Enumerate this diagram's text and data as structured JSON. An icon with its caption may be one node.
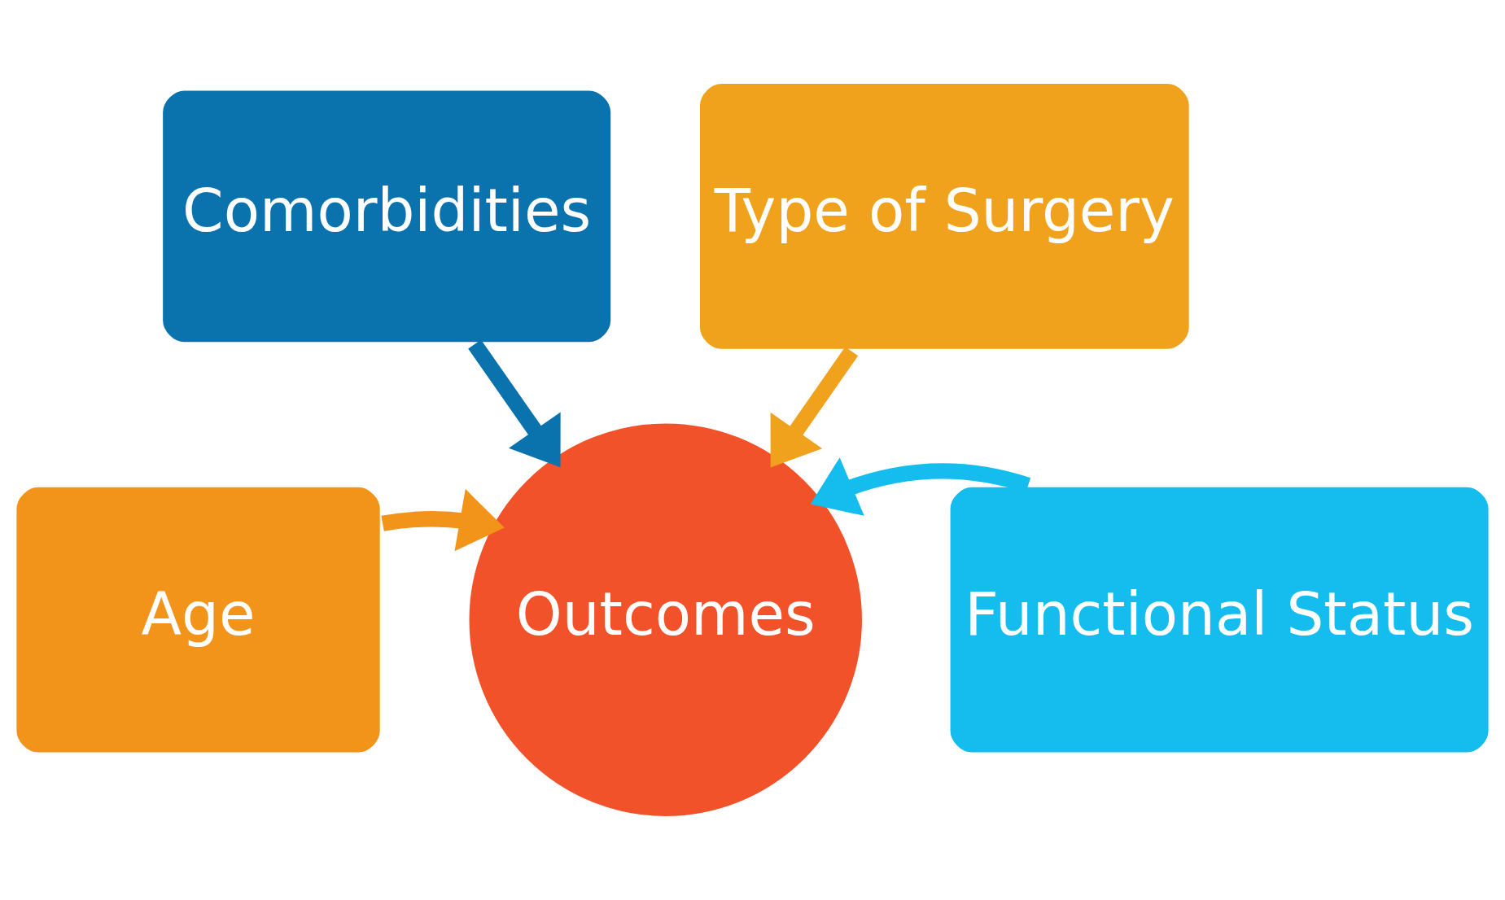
{
  "diagram": {
    "nodes": [
      {
        "text": [
          "Comorbidities"
        ]
      },
      {
        "text": [
          "Type of Surgery"
        ]
      },
      {
        "text": [
          "Age"
        ]
      },
      {
        "text": [
          "Outcomes"
        ]
      },
      {
        "text": [
          "Functional Status"
        ]
      }
    ],
    "edges": [
      {
        "from": 0,
        "to": 3,
        "arrow": "to",
        "color": "#0a72ad"
      },
      {
        "from": 1,
        "to": 3,
        "arrow": "to",
        "color": "#f0a21c"
      },
      {
        "from": 2,
        "to": 3,
        "arrow": "to",
        "color": "#f3941a"
      },
      {
        "from": 4,
        "to": 3,
        "arrow": "to",
        "color": "#14bdee"
      }
    ]
  }
}
